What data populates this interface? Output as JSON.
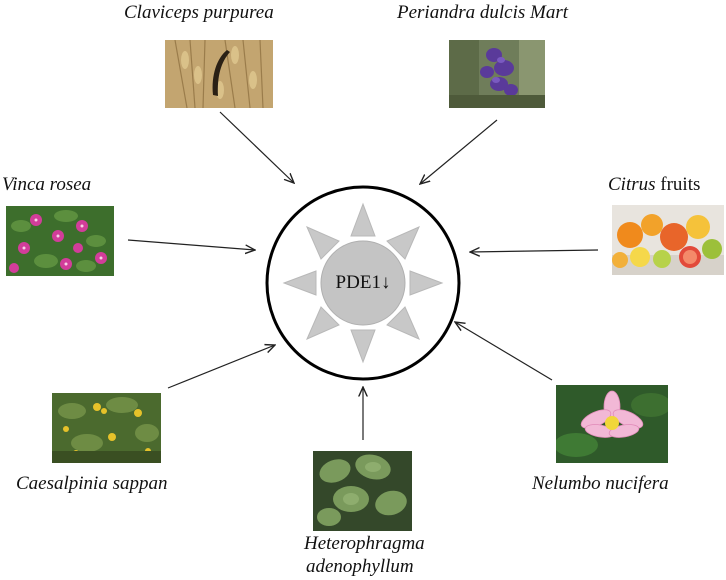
{
  "center": {
    "label": "PDE1",
    "arrow": "↓"
  },
  "sources": {
    "claviceps": {
      "name_italic": "Claviceps purpurea",
      "name_rest": ""
    },
    "periandra": {
      "name_italic": "Periandra dulcis Mart",
      "name_rest": ""
    },
    "vinca": {
      "name_italic": "Vinca rosea",
      "name_rest": ""
    },
    "citrus": {
      "name_italic": "Citrus",
      "name_rest": " fruits"
    },
    "caesalpinia": {
      "name_italic": "Caesalpinia sappan",
      "name_rest": ""
    },
    "nelumbo": {
      "name_italic": "Nelumbo nucifera",
      "name_rest": ""
    },
    "heterophragma": {
      "name_line1": "Heterophragma",
      "name_line2": "adenophyllum"
    }
  },
  "colors": {
    "ray": "#c8c8c8",
    "ray_stroke": "#b0b0b0",
    "core": "#c4c4c4",
    "ring": "#000000",
    "arrow": "#222222"
  }
}
